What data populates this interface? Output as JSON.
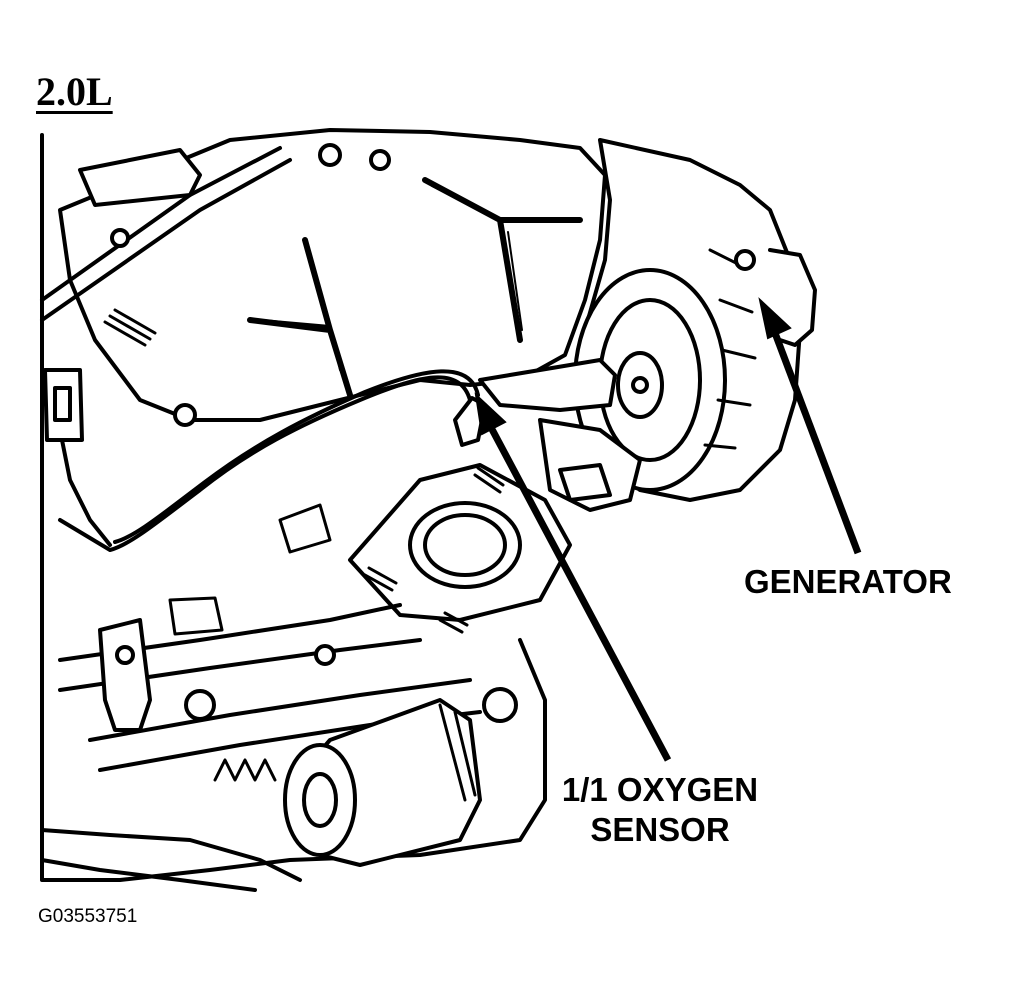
{
  "title": "2.0L",
  "labels": {
    "generator": "GENERATOR",
    "oxygen_sensor_line1": "1/1 OXYGEN",
    "oxygen_sensor_line2": "SENSOR"
  },
  "figure_id": "G03553751",
  "colors": {
    "ink": "#000000",
    "paper": "#ffffff"
  }
}
